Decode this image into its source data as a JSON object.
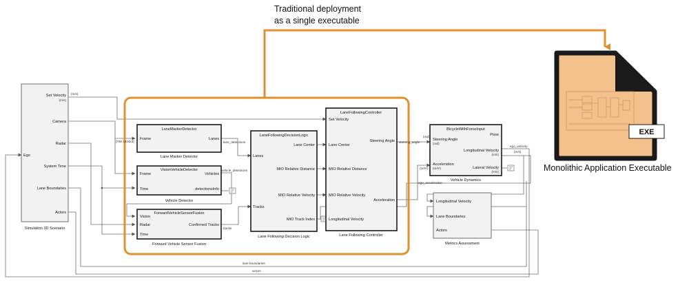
{
  "title_line1": "Traditional deployment",
  "title_line2": "as a single executable",
  "exe_badge": "EXE",
  "exe_caption": "Monolithic Application Executable",
  "colors": {
    "accent_orange": "#e0912f",
    "exe_fill": "#f3c28c"
  },
  "sim3d": {
    "caption": "Simulation 3D Scenario",
    "ports": [
      "Set Velocity",
      "(m/s)",
      "Camera",
      "Radar",
      "System Time",
      "Lane Boundaries",
      "Actors",
      "Ego"
    ],
    "unit": "(m/s)"
  },
  "lane_marker": {
    "name": "LaneMarkerDetector",
    "caption": "Lane Marker Detector",
    "in": "Frame",
    "out": "Lanes",
    "size": "[768 1024x3]"
  },
  "vehicle_det": {
    "name": "VisionVehicleDetector",
    "caption": "Vehicle Detector",
    "in1": "Frame",
    "in2": "Time",
    "out1": "Vehicles",
    "out2": "detectionsInfo"
  },
  "fusion": {
    "name": "ForwardVehicleSensorFusion",
    "caption": "Forward Vehicle Sensor Fusion",
    "in1": "Vision",
    "in2": "Radar",
    "in3": "Time",
    "out": "Confirmed Tracks"
  },
  "decision": {
    "name": "LaneFollowingDecisionLogic",
    "caption": "Lane Following Decision Logic",
    "in1": "Lanes",
    "in2": "Tracks",
    "out1": "Lane Center",
    "out2": "MIO Relative Distance",
    "out3": "MIO Relative Velocity",
    "out4": "MIO Track Index"
  },
  "controller": {
    "name": "LaneFollowingController",
    "caption": "Lane Following Controller",
    "in0": "Set Velocity",
    "in1": "Lane Center",
    "in2": "MIO Relative Distance",
    "in3": "MIO Relative Velocity",
    "in4": "Longitudinal Velocity",
    "out1": "Steering Angle",
    "out2": "Acceleration"
  },
  "dynamics": {
    "name": "BicycleWithForceInput",
    "caption": "Vehicle Dynamics",
    "in1": "Steering Angle",
    "in1u": "(rad)",
    "in2": "Acceleration",
    "in2u": "(m/s²)",
    "out0": "Pose",
    "out1": "Longitudinal Velocity",
    "out1u": "(m/s)",
    "out2": "Lateral Velocity",
    "out2u": "(m/s)"
  },
  "metrics": {
    "caption": "Metrics Assessment",
    "in1": "Longitudinal Velocity",
    "in2": "Lane Boundaries",
    "in3": "Actors"
  },
  "signals": {
    "lane_detections": "lane_detections",
    "vehicle_detections": "vehicle_detections",
    "tracks": "tracks",
    "steering_angle": "steering_angle",
    "ego_velocity": "ego_velocity",
    "ego_acceleration": "ego_acceleration",
    "lane_boundaries": "lane boundaries",
    "actors": "actors",
    "rad": "(rad)",
    "mps2": "(m/s²)",
    "mps": "(m/s)"
  }
}
